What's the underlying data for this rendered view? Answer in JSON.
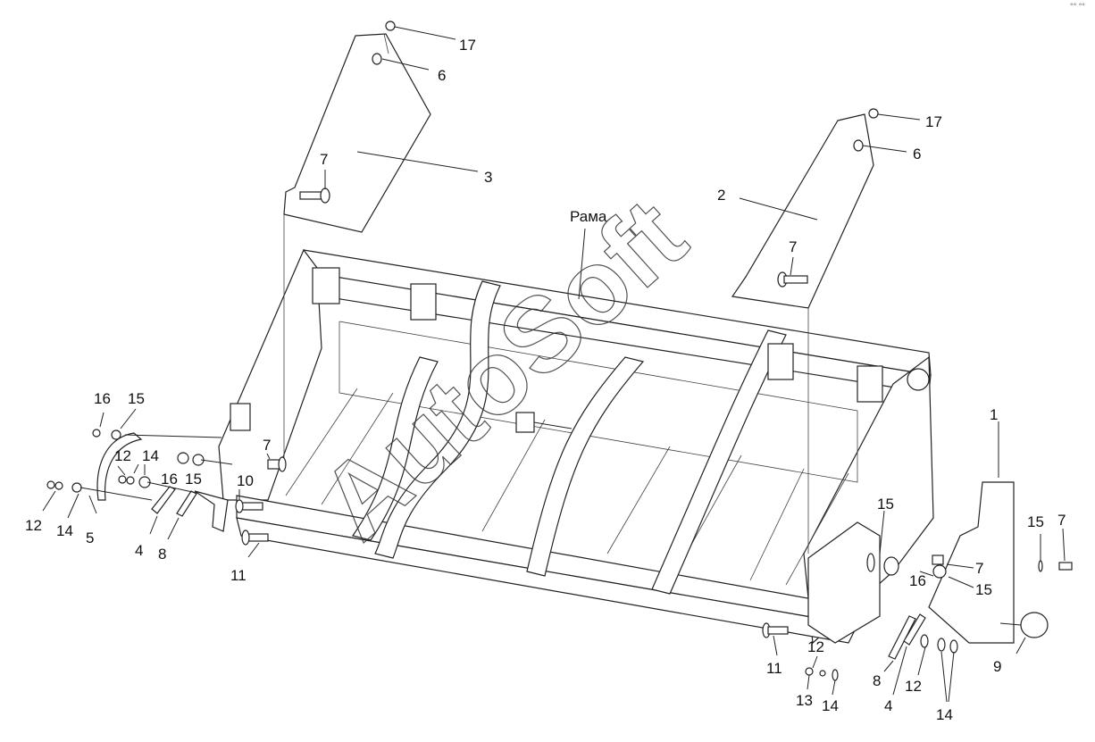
{
  "diagram": {
    "watermark": "AutoSoft",
    "main_label": "Рама",
    "callouts": [
      {
        "id": "c17a",
        "text": "17"
      },
      {
        "id": "c6a",
        "text": "6"
      },
      {
        "id": "c3",
        "text": "3"
      },
      {
        "id": "c7a",
        "text": "7"
      },
      {
        "id": "c17b",
        "text": "17"
      },
      {
        "id": "c6b",
        "text": "6"
      },
      {
        "id": "c2",
        "text": "2"
      },
      {
        "id": "c7b",
        "text": "7"
      },
      {
        "id": "c16a",
        "text": "16"
      },
      {
        "id": "c15a",
        "text": "15"
      },
      {
        "id": "c7c",
        "text": "7"
      },
      {
        "id": "c12a",
        "text": "12"
      },
      {
        "id": "c14a",
        "text": "14"
      },
      {
        "id": "c16b",
        "text": "16"
      },
      {
        "id": "c15b",
        "text": "15"
      },
      {
        "id": "c10",
        "text": "10"
      },
      {
        "id": "c12b",
        "text": "12"
      },
      {
        "id": "c14b",
        "text": "14"
      },
      {
        "id": "c5",
        "text": "5"
      },
      {
        "id": "c4a",
        "text": "4"
      },
      {
        "id": "c8a",
        "text": "8"
      },
      {
        "id": "c11a",
        "text": "11"
      },
      {
        "id": "c1",
        "text": "1"
      },
      {
        "id": "c15c",
        "text": "15"
      },
      {
        "id": "c15d",
        "text": "15"
      },
      {
        "id": "c7d",
        "text": "7"
      },
      {
        "id": "c7e",
        "text": "7"
      },
      {
        "id": "c16c",
        "text": "16"
      },
      {
        "id": "c15e",
        "text": "15"
      },
      {
        "id": "c9",
        "text": "9"
      },
      {
        "id": "c11b",
        "text": "11"
      },
      {
        "id": "c12c",
        "text": "12"
      },
      {
        "id": "c13",
        "text": "13"
      },
      {
        "id": "c14c",
        "text": "14"
      },
      {
        "id": "c8b",
        "text": "8"
      },
      {
        "id": "c4b",
        "text": "4"
      },
      {
        "id": "c12d",
        "text": "12"
      },
      {
        "id": "c14d",
        "text": "14"
      }
    ]
  }
}
